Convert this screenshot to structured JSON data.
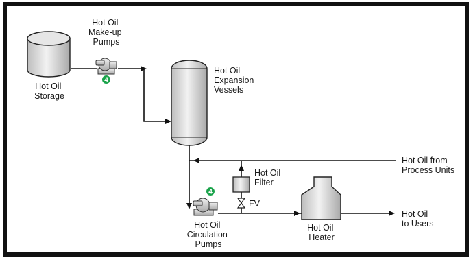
{
  "colors": {
    "frame": "#111111",
    "background": "#ffffff",
    "pipe": "#111111",
    "badge": "#1aa34a",
    "equipment_fill": "#d9d9d9"
  },
  "nodes": {
    "storage": {
      "line1": "Hot Oil",
      "line2": "Storage"
    },
    "makeup_pumps": {
      "line1": "Hot Oil",
      "line2": "Make-up",
      "line3": "Pumps",
      "badge": "4"
    },
    "expansion_vessels": {
      "line1": "Hot Oil",
      "line2": "Expansion",
      "line3": "Vessels"
    },
    "filter": {
      "line1": "Hot Oil",
      "line2": "Filter"
    },
    "valve": {
      "label": "FV"
    },
    "circulation_pumps": {
      "line1": "Hot Oil",
      "line2": "Circulation",
      "line3": "Pumps",
      "badge": "4"
    },
    "heater": {
      "line1": "Hot Oil",
      "line2": "Heater"
    }
  },
  "streams": {
    "from_process": {
      "line1": "Hot Oil from",
      "line2": "Process Units"
    },
    "to_users": {
      "line1": "Hot Oil",
      "line2": "to Users"
    }
  }
}
